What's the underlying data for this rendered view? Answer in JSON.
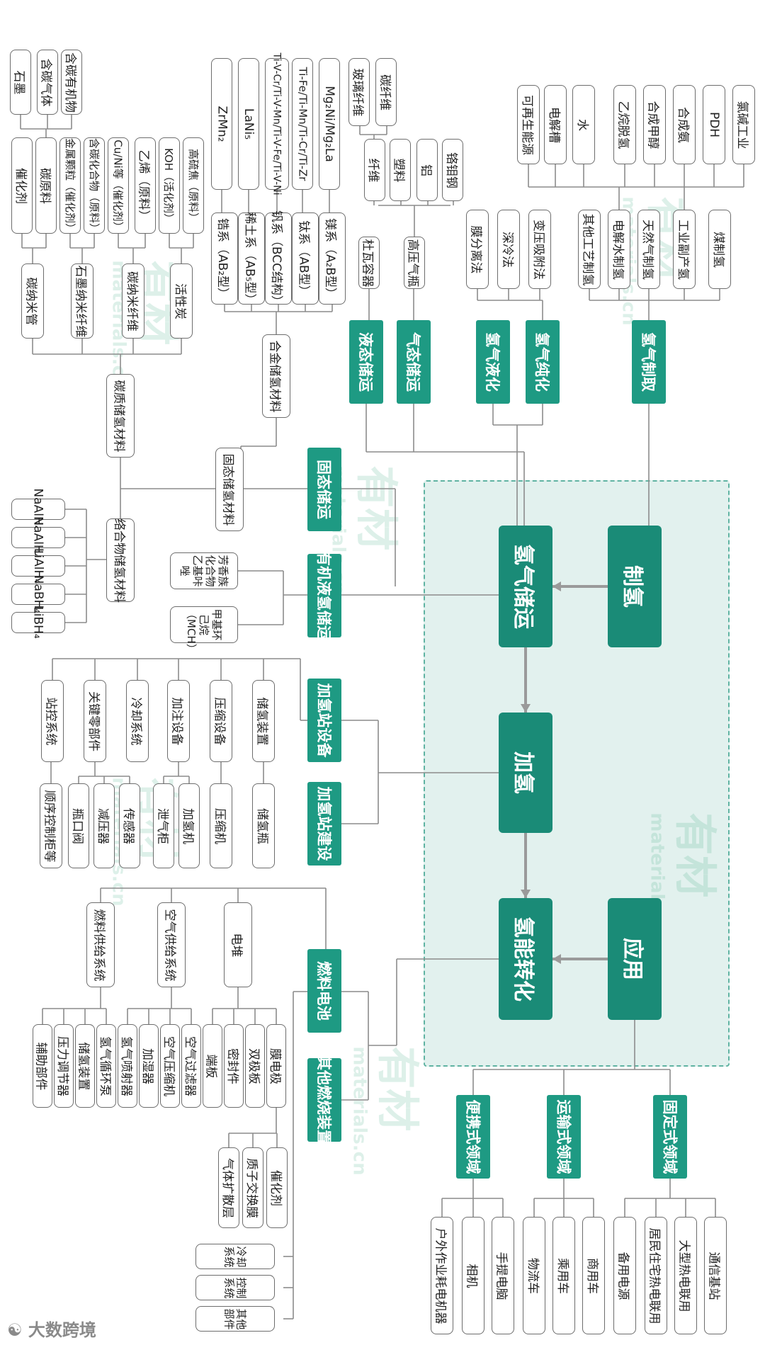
{
  "core": {
    "make": "制氢",
    "store": "氢气储运",
    "refuel": "加氢",
    "convert": "氢能转化",
    "apply": "应用"
  },
  "sections": {
    "production": "氢气制取",
    "purify": "氢气纯化",
    "liquefy": "氢气液化",
    "gas_transport": "气态储运",
    "liquid_transport": "液态储运",
    "solid_transport": "固态储运",
    "organic_transport": "有机液氢储运",
    "station_equipment": "加氢站设备",
    "station_construction": "加氢站建设",
    "fuel_cell": "燃料电池",
    "other_combustion": "其他燃烧装置",
    "portable": "便携式领域",
    "transport": "运输式领域",
    "stationary": "固定式领域"
  },
  "production": {
    "methods": [
      "其他工艺制氢",
      "电解水制氢",
      "天然气制氢",
      "工业副产氢",
      "煤制氢"
    ],
    "sources": [
      "可再生能源",
      "电解槽",
      "水",
      "乙烷脱氢",
      "合成甲醇",
      "合成氨",
      "PDH",
      "氯碱工业"
    ]
  },
  "purify": {
    "methods": [
      "膜分离法",
      "深冷法",
      "变压吸附法"
    ]
  },
  "transport": {
    "liquid_vessel": "杜瓦容器",
    "gas_cylinder": "高压气瓶",
    "cylinder_materials": [
      "纤维",
      "塑料",
      "铝",
      "铬钼钢"
    ],
    "fibers": [
      "玻璃纤维",
      "碳纤维"
    ]
  },
  "solid": {
    "node": "固态储氢材料",
    "alloy": "合金储氢材料",
    "carbon": "碳质储氢材料",
    "complex": "络合物储氢材料",
    "alloy_series": [
      "锆系（AB₂型）",
      "稀土系（AB₅型）",
      "钒系（BCC结构）",
      "钛系（AB型）",
      "镁系（A₂B型）"
    ],
    "alloy_examples": [
      "ZrMn₂",
      "LaNi₅",
      "Ti-V-Cr/Ti-V-Mn/Ti-V-Fe/Ti-V-Ni",
      "Ti-Fe/Ti-Mn/Ti-Cr/Ti-Zr",
      "Mg₂Ni/Mg₂La"
    ],
    "carbon_products": [
      "碳纳米管",
      "石墨纳米纤维",
      "碳纳米纤维",
      "活性炭"
    ],
    "carbon_inputs": [
      "催化剂",
      "碳原料",
      "金属颗粒（催化剂）",
      "含碳化合物（原料）",
      "Cu/Ni等（催化剂）",
      "乙烯（原料）",
      "KOH（活化剂）",
      "高硫焦（原料）"
    ],
    "carbon_raw": [
      "石墨",
      "含碳气体",
      "含碳有机物"
    ],
    "complex_items": [
      "NaAlH₄",
      "NaAlH₄",
      "LiAlH₄",
      "NaBH₄",
      "LiBH₄"
    ]
  },
  "organic": {
    "items": [
      "芳香族化合物乙基咔唑",
      "甲基环己烷（MCH）"
    ]
  },
  "station": {
    "parts": [
      "站控系统",
      "关键零部件",
      "冷却系统",
      "加注设备",
      "压缩设备",
      "储氢装置"
    ],
    "leaves": [
      "顺序控制柜等",
      "瓶口阀",
      "减压器",
      "传感器",
      "泄气柜",
      "加氢机",
      "压缩机",
      "储氢瓶"
    ]
  },
  "fuel_cell": {
    "subsystems": [
      "燃料供给系统",
      "空气供给系统",
      "电堆"
    ],
    "fuel_parts": [
      "辅助部件",
      "压力调节器",
      "储氢装置",
      "氢气循环泵"
    ],
    "air_parts": [
      "氢气喷射器",
      "加湿器",
      "空气压缩机",
      "空气过滤器"
    ],
    "stack_parts": [
      "端板",
      "密封件",
      "双极板",
      "膜电极"
    ],
    "membrane_parts": [
      "气体扩散层",
      "质子交换膜",
      "催化剂"
    ],
    "other_parts": [
      "冷却系统",
      "控制系统",
      "其他部件"
    ]
  },
  "applications": {
    "portable": [
      "户外作业耗电机器",
      "相机",
      "手提电脑"
    ],
    "transport": [
      "物流车",
      "乘用车",
      "商用车"
    ],
    "stationary": [
      "备用电源",
      "居民住宅热电联用",
      "大型热电联用",
      "通信基站"
    ]
  },
  "watermark": {
    "brand": "有材",
    "site": "materials.cn"
  },
  "footer": "大数跨境"
}
